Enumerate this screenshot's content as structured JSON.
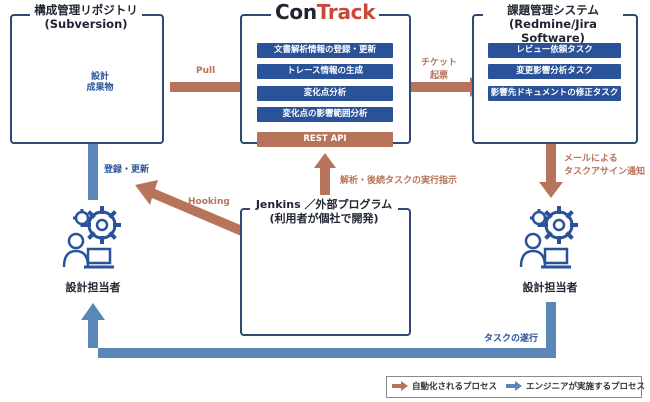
{
  "repo": {
    "title_line1": "構成管理リポジトリ",
    "title_line2": "(Subversion)",
    "doc_label_line1": "設計",
    "doc_label_line2": "成果物"
  },
  "contrack": {
    "logo_a": "Con",
    "logo_b": "Track",
    "functions": [
      "文書解析情報の登録・更新",
      "トレース情報の生成",
      "変化点分析",
      "変化点の影響範囲分析"
    ],
    "rest_api": "REST API"
  },
  "issue": {
    "title_line1": "課題管理システム",
    "title_line2": "(Redmine/Jira Software)",
    "tasks": [
      "レビュー依頼タスク",
      "変更影響分析タスク",
      "影響先ドキュメントの修正タスク"
    ]
  },
  "jenkins": {
    "title_line1": "Jenkins ／外部プログラム",
    "title_line2": "(利用者が個社で開発)"
  },
  "edges": {
    "pull": "Pull",
    "ticket_line1": "チケット",
    "ticket_line2": "起票",
    "register_update": "登録・更新",
    "hooking": "Hooking",
    "analysis_instruction": "解析・後続タスクの実行指示",
    "mail_line1": "メールによる",
    "mail_line2": "タスクアサイン通知",
    "task_exec": "タスクの遂行"
  },
  "roles": {
    "left": "設計担当者",
    "right": "設計担当者"
  },
  "legend": {
    "auto": "自動化されるプロセス",
    "engineer": "エンジニアが実施するプロセス"
  },
  "colors": {
    "navy": "#2c4a74",
    "blue": "#2a5298",
    "blue_arrow": "#5b86b8",
    "orange": "#b8745a",
    "red": "#c8483a"
  }
}
